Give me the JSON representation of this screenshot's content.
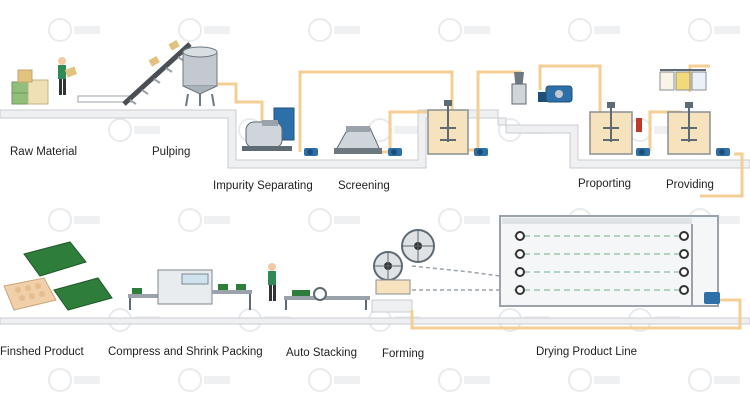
{
  "colors": {
    "pipe": "#f3cf96",
    "floor_fill": "#eef0f2",
    "floor_stroke": "#c9ccd0",
    "steel": "#9aa3ab",
    "steel_dark": "#5e6a74",
    "pump": "#2d6fa8",
    "tank_fill": "#f6e3bd",
    "tray_green": "#2f7d3b",
    "egg": "#f1cfa8",
    "watermark": "#d9dde1"
  },
  "icons": [
    "raw-material-boxes-icon",
    "worker-icon",
    "inclined-conveyor-icon",
    "pulping-tank-icon",
    "impurity-separator-icon",
    "screening-machine-icon",
    "stirring-tank-icon",
    "pump-icon",
    "proportioning-pump-icon",
    "forming-machine-icon",
    "drying-line-icon",
    "stacking-conveyor-icon",
    "packing-machine-icon",
    "egg-tray-icon"
  ],
  "steps": {
    "raw_material": "Raw Material",
    "pulping": "Pulping",
    "impurity_separating": "Impurity Separating",
    "screening": "Screening",
    "proportioning": "Proporting",
    "providing": "Providing",
    "drying": "Drying Product Line",
    "forming": "Forming",
    "auto_stacking": "Auto Stacking",
    "packing": "Compress and Shrink Packing",
    "finished": "Finshed Product"
  }
}
